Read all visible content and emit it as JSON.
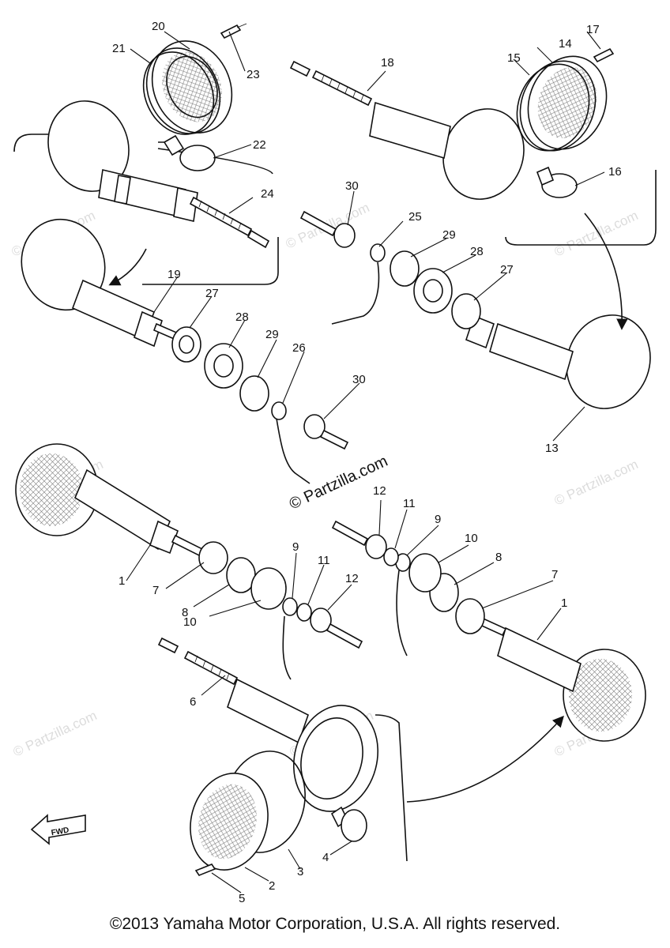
{
  "diagram": {
    "callouts": [
      "1",
      "2",
      "3",
      "4",
      "5",
      "6",
      "7",
      "8",
      "9",
      "10",
      "11",
      "12",
      "13",
      "14",
      "15",
      "16",
      "17",
      "18",
      "19",
      "20",
      "21",
      "22",
      "23",
      "24",
      "25",
      "26",
      "27",
      "28",
      "29",
      "30"
    ],
    "watermark": "© Partzilla.com",
    "fwd_label": "FWD"
  },
  "footer": {
    "copyright": "©2013 Yamaha Motor Corporation, U.S.A. All rights reserved."
  }
}
